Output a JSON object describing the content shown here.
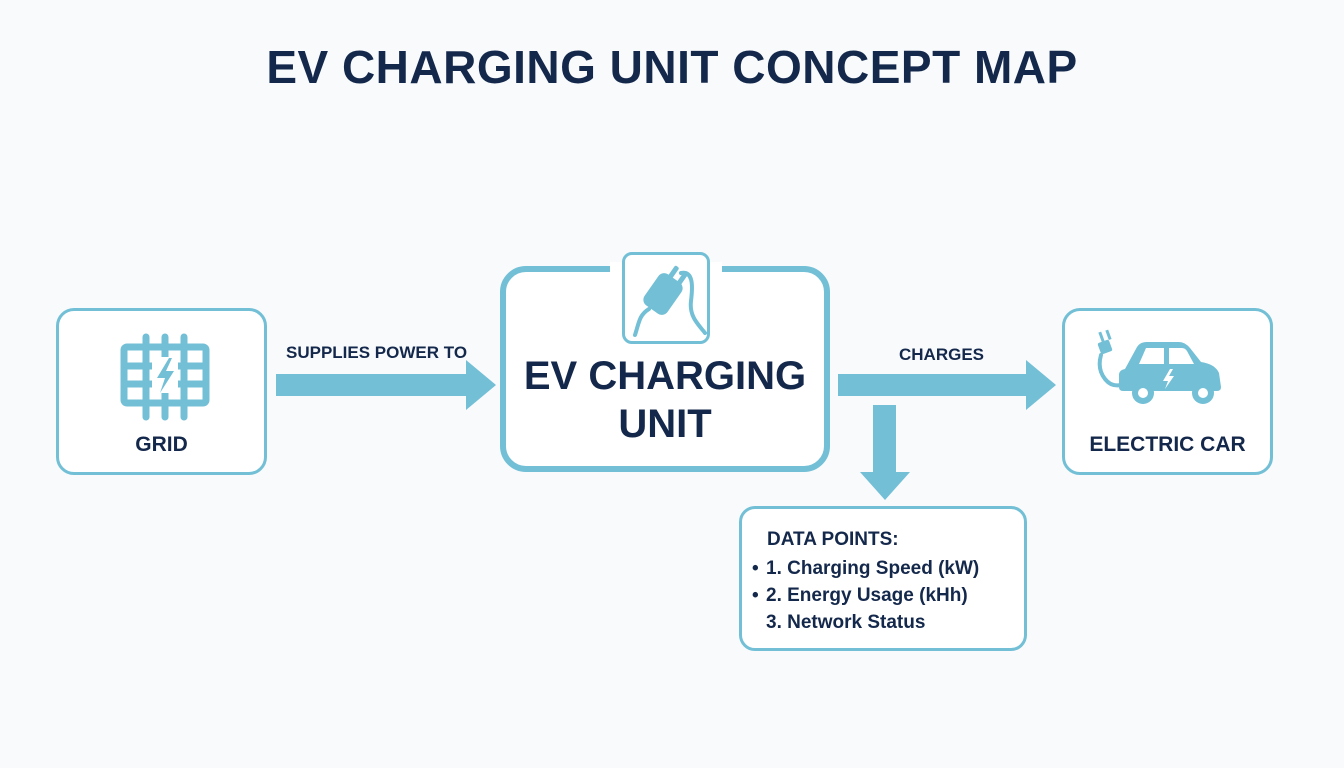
{
  "title": "EV CHARGING UNIT CONCEPT MAP",
  "colors": {
    "accent": "#72bfd6",
    "text": "#14284b",
    "background": "#f8fafc"
  },
  "nodes": {
    "grid": {
      "label": "GRID",
      "icon": "power-grid-icon"
    },
    "hub": {
      "label_line1": "EV CHARGING",
      "label_line2": "UNIT",
      "icon": "plug-icon"
    },
    "car": {
      "label": "ELECTRIC CAR",
      "icon": "electric-car-icon"
    },
    "data_points": {
      "title": "DATA POINTS:",
      "items": [
        {
          "bullet": "•",
          "text": "1. Charging Speed (kW)"
        },
        {
          "bullet": "•",
          "text": "2. Energy Usage (kHh)"
        },
        {
          "bullet": "",
          "text": "3. Network Status"
        }
      ]
    }
  },
  "edges": [
    {
      "from": "grid",
      "to": "hub",
      "label": "SUPPLIES POWER TO"
    },
    {
      "from": "hub",
      "to": "car",
      "label": "CHARGES"
    },
    {
      "from": "hub",
      "to": "data_points",
      "label": ""
    }
  ]
}
